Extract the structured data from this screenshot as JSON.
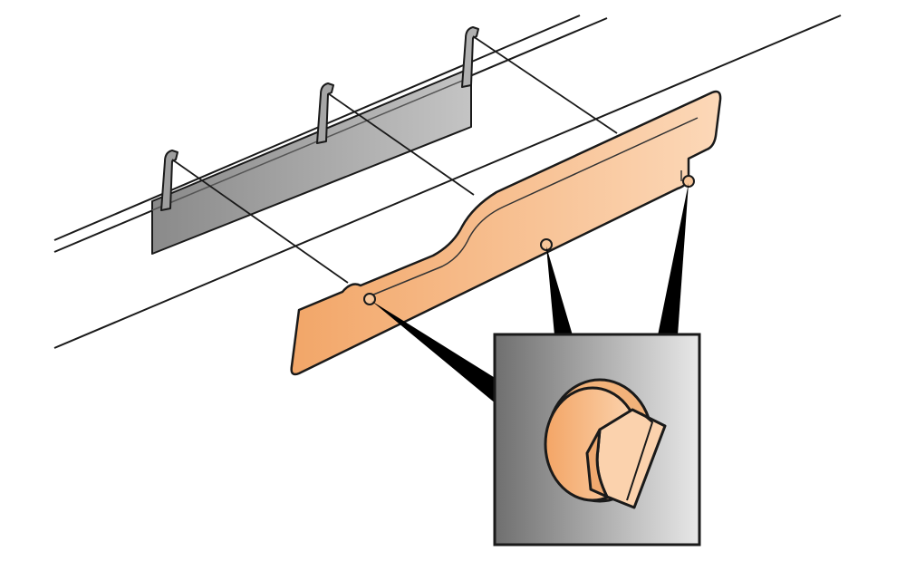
{
  "diagram": {
    "subject": "orange-guide-plate-with-three-twist-lock-pins-attaching-to-gray-bracket",
    "colors": {
      "background": "#ffffff",
      "line": "#1a1a1a",
      "plate_light": "#fcd7b6",
      "plate_dark": "#f0a769",
      "bracket_light": "#bdbdbd",
      "bracket_dark": "#8c8c8c",
      "inset_light": "#e6e6e6",
      "inset_dark": "#6e6e6e",
      "callout": "#000000"
    },
    "parts": {
      "rails": "printer-frame-rails",
      "bracket": "gray-mounting-bracket",
      "plate": "orange-guide-plate",
      "pins": 3,
      "leader_lines": 3,
      "detail_inset": "twist-lock-pin-detail"
    }
  }
}
